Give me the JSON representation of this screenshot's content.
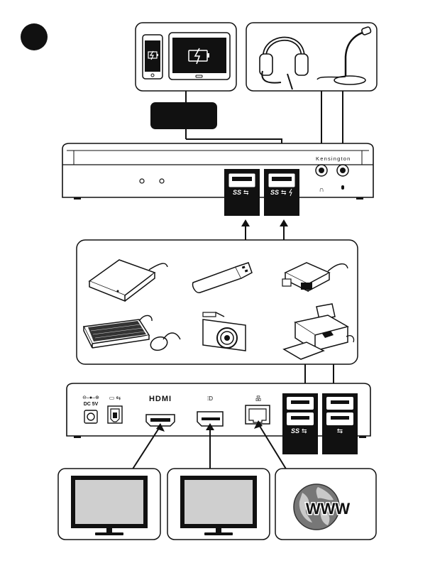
{
  "step_number": "",
  "dock": {
    "brand": "Kensington",
    "front_ports": {
      "usb3": "SS",
      "usb3_charge": "SS"
    },
    "rear_ports": {
      "dc_label": "DC 5V",
      "hdmi_label": "HDMI",
      "usb3_stack": "SS"
    }
  },
  "tablet_screen_label": "",
  "internet": {
    "label": "WWW"
  },
  "icons": {
    "phone": "phone-charging-icon",
    "tablet": "tablet-charging-icon",
    "headset": "headset-icon",
    "microphone": "microphone-icon",
    "hard_drive": "external-hard-drive-icon",
    "flash_drive": "usb-flash-drive-icon",
    "card_reader": "card-reader-icon",
    "keyboard": "keyboard-icon",
    "mouse": "mouse-icon",
    "camera": "camera-icon",
    "printer": "printer-icon",
    "monitor": "monitor-icon",
    "globe": "globe-icon"
  },
  "colors": {
    "ink": "#111111",
    "panel_fill": "#ffffff",
    "screen_fill": "#cfcfcf",
    "globe_fill": "#777777"
  }
}
